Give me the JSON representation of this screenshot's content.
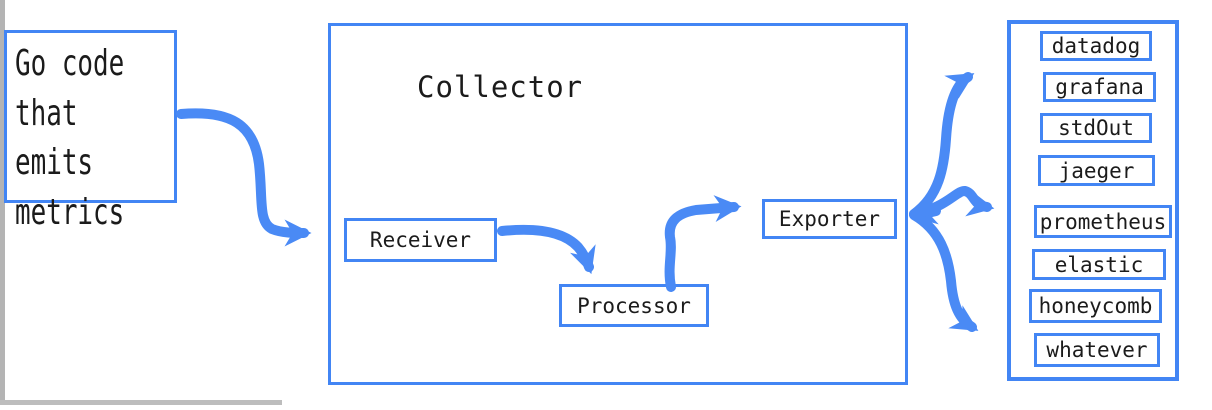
{
  "colors": {
    "accent": "#4285f4",
    "arrow": "#4a8af5",
    "ink": "#1b1b1b",
    "chrome": "#b4b4b4"
  },
  "source_box": {
    "label": "Go code\nthat emits\nmetrics"
  },
  "collector": {
    "title": "Collector",
    "stages": [
      {
        "label": "Receiver"
      },
      {
        "label": "Processor"
      },
      {
        "label": "Exporter"
      }
    ]
  },
  "destinations": {
    "items": [
      {
        "label": "datadog"
      },
      {
        "label": "grafana"
      },
      {
        "label": "stdOut"
      },
      {
        "label": "jaeger"
      },
      {
        "label": "prometheus"
      },
      {
        "label": "elastic"
      },
      {
        "label": "honeycomb"
      },
      {
        "label": "whatever"
      }
    ]
  }
}
